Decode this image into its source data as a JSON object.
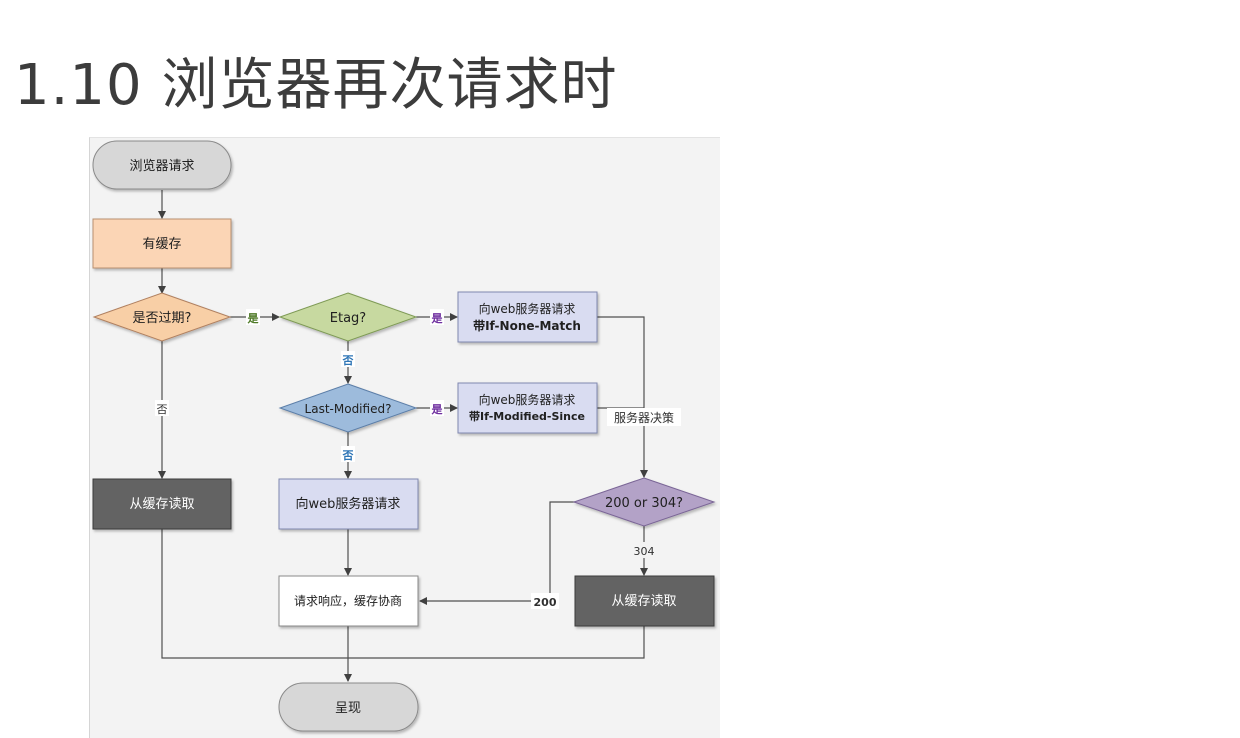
{
  "page": {
    "title": "1.10 浏览器再次请求时"
  },
  "flowchart": {
    "nodes": {
      "browser_request": "浏览器请求",
      "has_cache": "有缓存",
      "expired": "是否过期?",
      "etag": "Etag?",
      "req_if_none_match_line1": "向web服务器请求",
      "req_if_none_match_line2": "带If-None-Match",
      "last_modified": "Last-Modified?",
      "req_if_modified_since_line1": "向web服务器请求",
      "req_if_modified_since_line2": "带If-Modified-Since",
      "read_cache_left": "从缓存读取",
      "req_server": "向web服务器请求",
      "status_decision": "200 or 304?",
      "response_negotiate": "请求响应，缓存协商",
      "read_cache_right": "从缓存读取",
      "render": "呈现"
    },
    "edge_labels": {
      "expired_yes": "是",
      "etag_yes": "是",
      "etag_no": "否",
      "lastmod_yes": "是",
      "lastmod_no": "否",
      "expired_no": "否",
      "server_decides": "服务器决策",
      "code_304": "304",
      "code_200": "200"
    },
    "colors": {
      "terminal": "#d7d7d7",
      "cache_box": "#fbd5b5",
      "expired_diamond": "#f8cfa6",
      "etag_diamond": "#c7d9a0",
      "lastmod_diamond": "#9dbbdc",
      "request_box": "#d9dcf1",
      "read_box": "#636363",
      "status_diamond": "#b3a2c7",
      "yes_label_green": "#4f7a28",
      "yes_label_purple": "#7030a0",
      "no_label_blue": "#2e75b6"
    }
  }
}
